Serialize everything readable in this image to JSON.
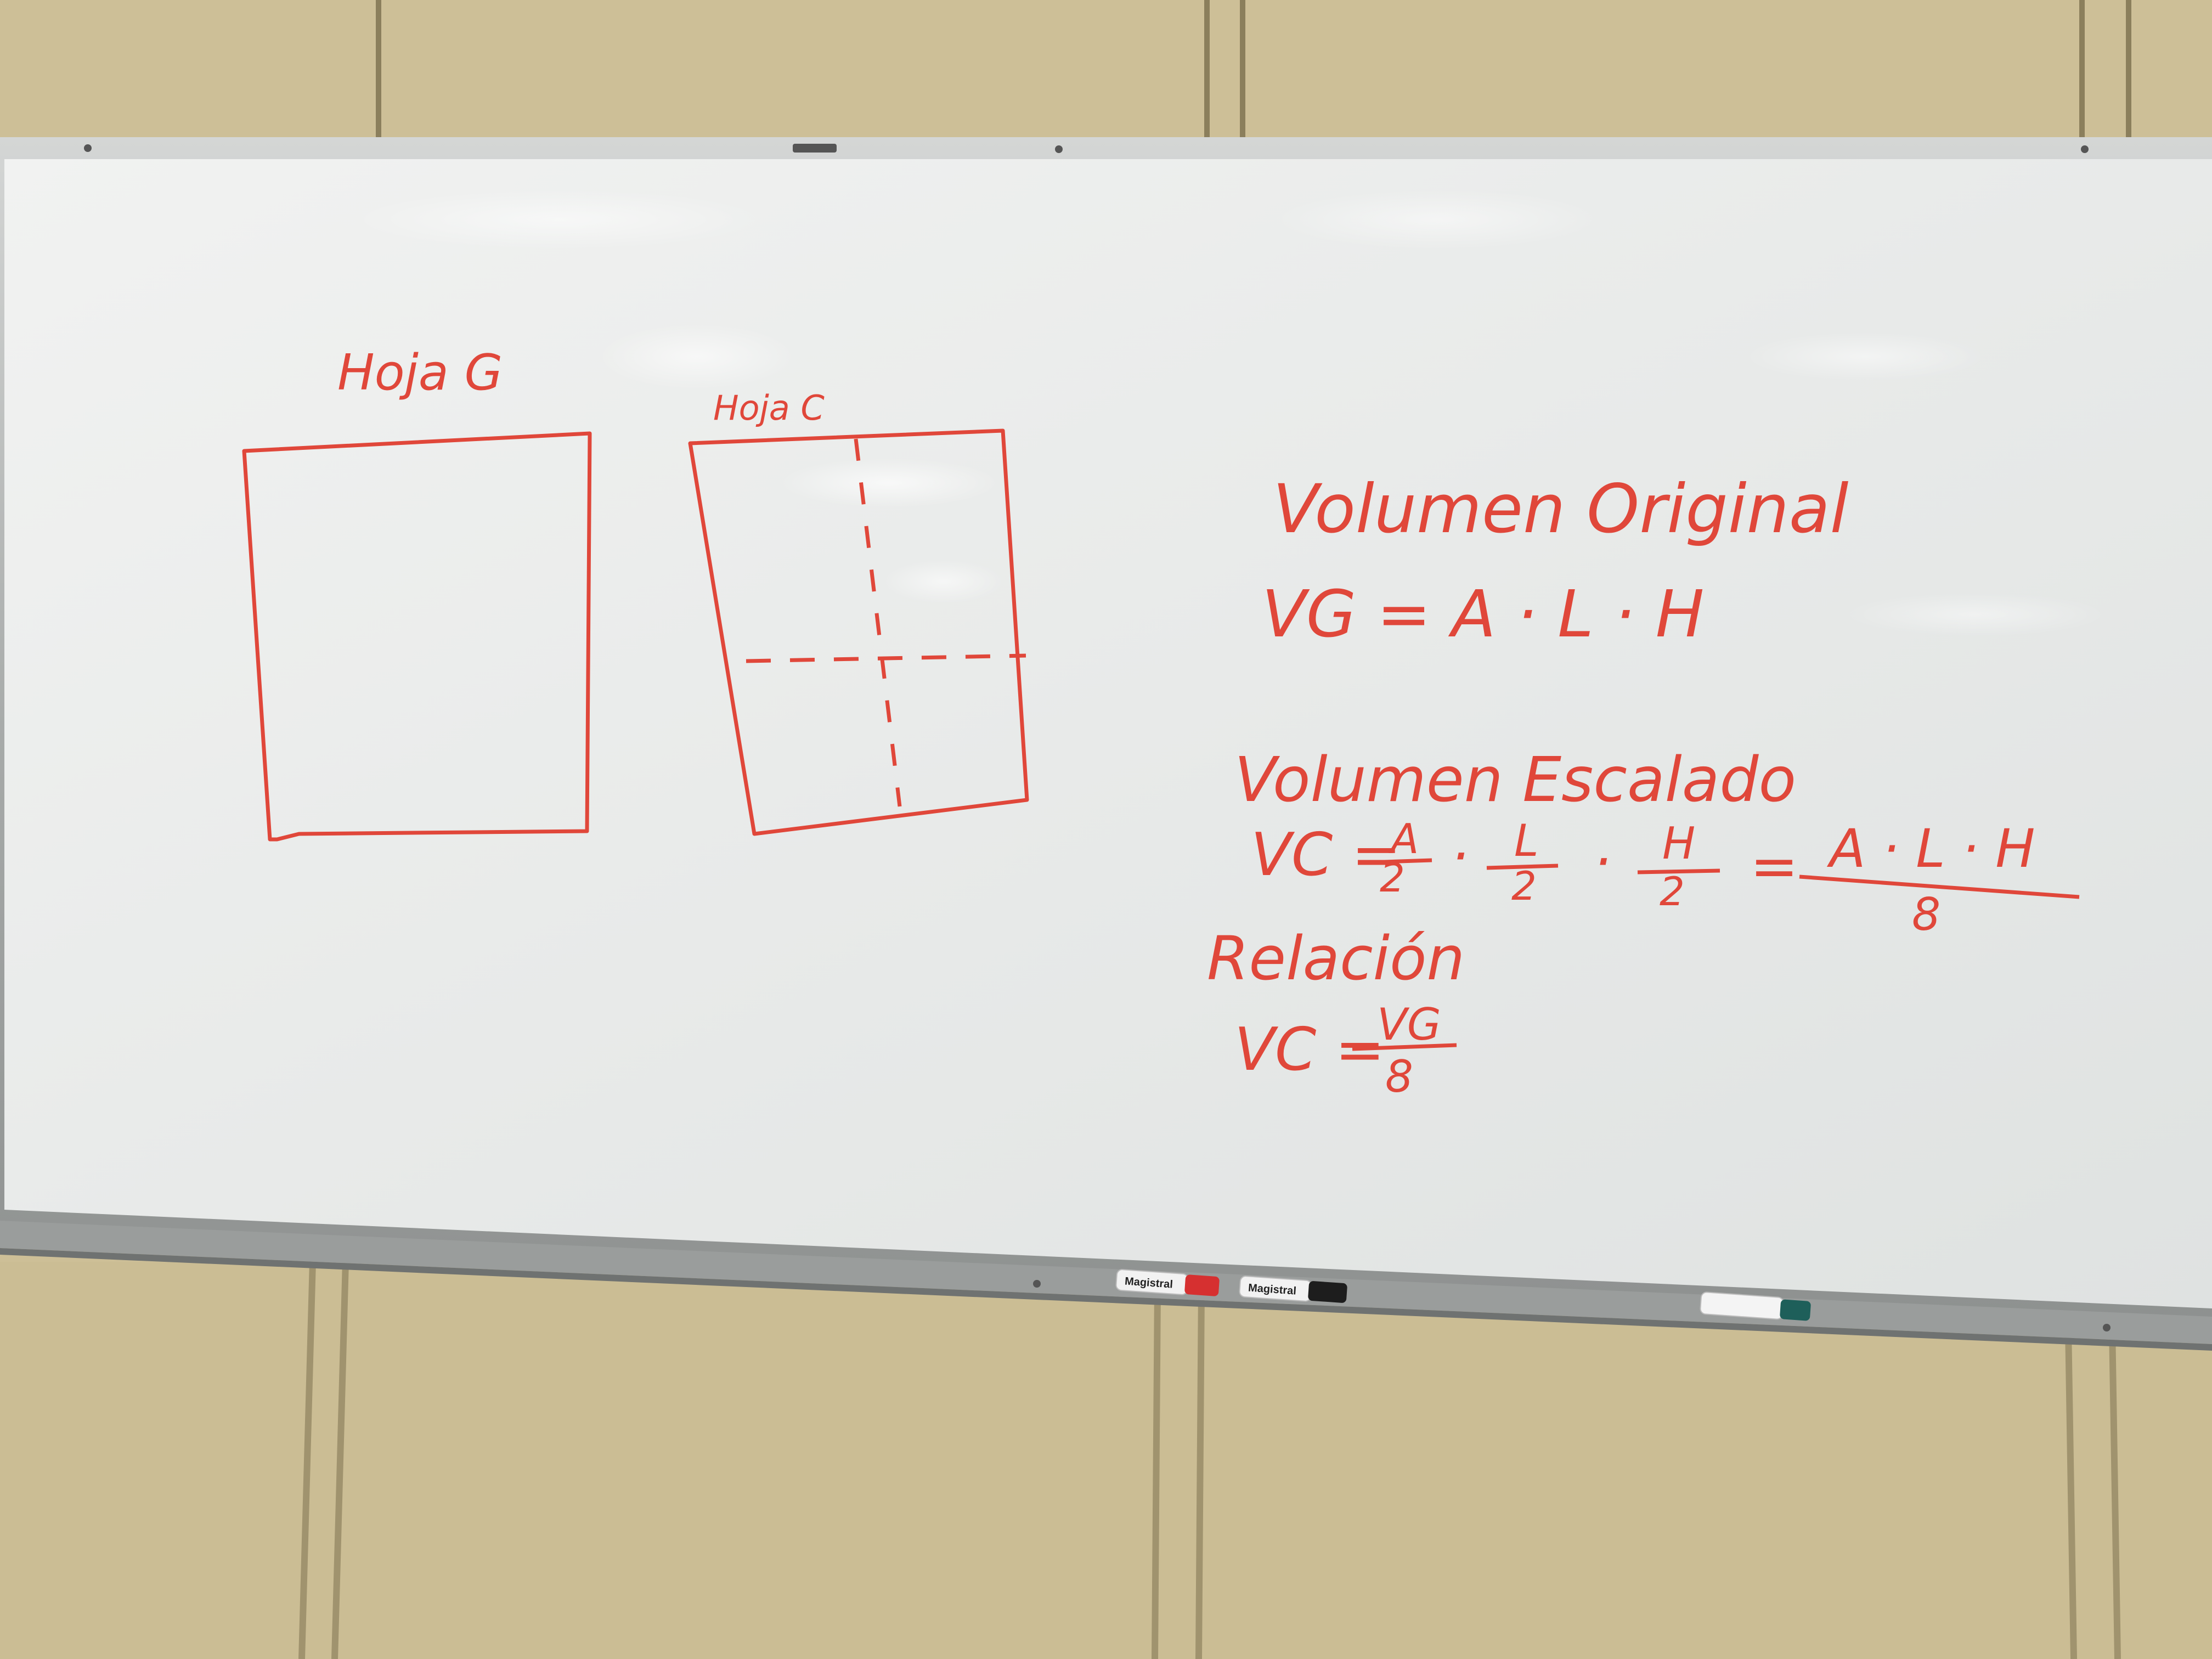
{
  "colors": {
    "wall": "#cdbf97",
    "wall_shadow": "#a89870",
    "wall_panel_edge": "#7a6e4e",
    "frame": "#b7b9b8",
    "board": "#e9ebea",
    "marker_ink": "#e0473a"
  },
  "board": {
    "labels": {
      "sheet_g": "Hoja G",
      "sheet_c": "Hoja C"
    },
    "equations": {
      "original_title": "Volumen Original",
      "original_formula": "VG = A · L · H",
      "scaled_title": "Volumen Escalado",
      "scaled_formula_lhs": "VC =",
      "scaled_frac_1_num": "A",
      "scaled_frac_1_den": "2",
      "dot_1": "·",
      "scaled_frac_2_num": "L",
      "scaled_frac_2_den": "2",
      "dot_2": "·",
      "scaled_frac_3_num": "H",
      "scaled_frac_3_den": "2",
      "equals": "=",
      "scaled_result_num": "A · L · H",
      "scaled_result_den": "8",
      "relation_title": "Relación",
      "relation_lhs": "VC =",
      "relation_num": "VG",
      "relation_den": "8"
    }
  },
  "markers": [
    {
      "brand": "Magistral",
      "cap_color": "#d63030"
    },
    {
      "brand": "Magistral",
      "cap_color": "#1d1d1d"
    },
    {
      "brand": "",
      "cap_color": "#1e5f5a"
    }
  ]
}
